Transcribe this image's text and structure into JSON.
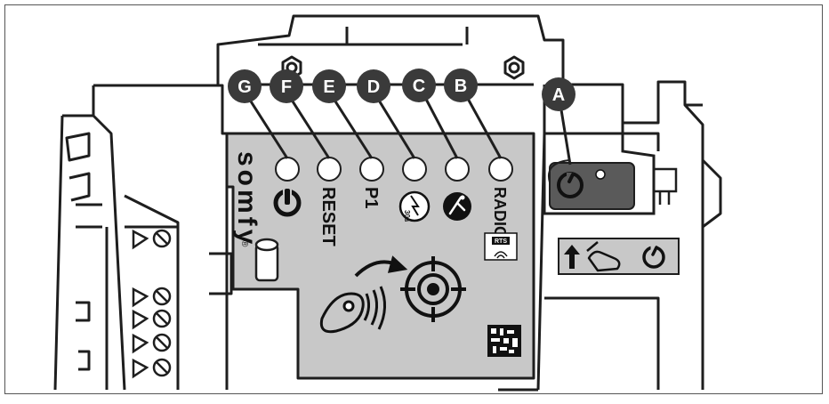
{
  "callouts": [
    {
      "letter": "A"
    },
    {
      "letter": "B"
    },
    {
      "letter": "C"
    },
    {
      "letter": "D"
    },
    {
      "letter": "E"
    },
    {
      "letter": "F"
    },
    {
      "letter": "G"
    }
  ],
  "panel": {
    "brand": "somfy",
    "brand_mark": "®",
    "labels": {
      "reset": "RESET",
      "p1": "P1",
      "radio": "RADIO",
      "timer": "30s",
      "rts": "RTS"
    }
  },
  "colors": {
    "callout_fill": "#3a3a3a",
    "callout_text": "#ffffff",
    "panel_fill": "#c8c8c8",
    "button_fill": "#5a5a5a",
    "line": "#1e1e1e"
  },
  "icons": [
    "power-icon",
    "motion-icon",
    "radio-remote-icon",
    "target-icon",
    "power-button-icon",
    "press-arrow-icon",
    "press-hand-icon",
    "datamatrix-code-icon"
  ]
}
